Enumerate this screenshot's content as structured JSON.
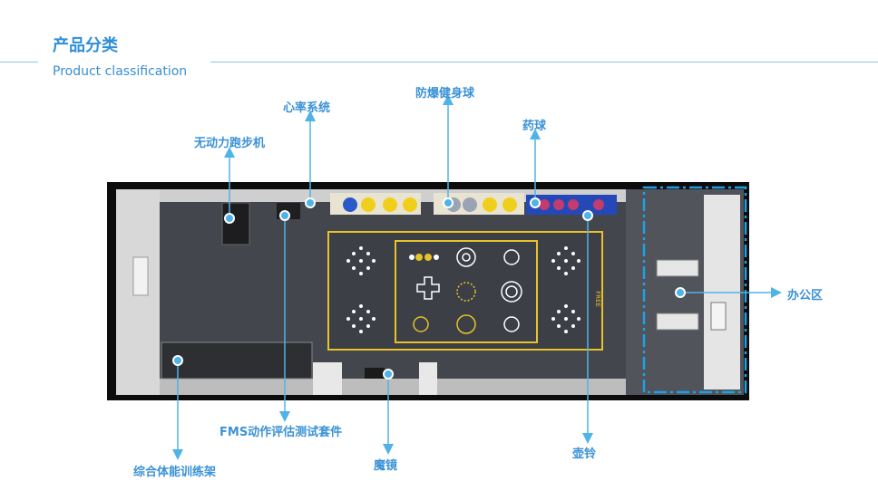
{
  "header": {
    "title_cn": "产品分类",
    "title_en": "Product classification"
  },
  "labels": {
    "heart_rate": "心率系统",
    "ball": "防爆健身球",
    "treadmill": "无动力跑步机",
    "medicine_ball": "药球",
    "office": "办公区",
    "fms": "FMS动作评估测试套件",
    "rack": "综合体能训练架",
    "mirror": "魔镜",
    "kettlebell": "壶铃"
  },
  "floor_text": "FREE",
  "colors": {
    "accent": "#3b92d6",
    "callout": "#4fb3e8",
    "floor": "#43464c",
    "yellow": "#e8c22a"
  }
}
